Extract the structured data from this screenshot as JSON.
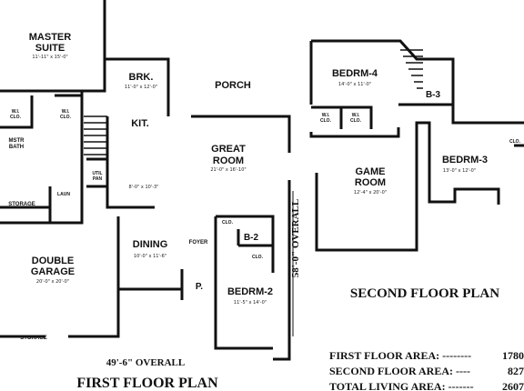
{
  "first_floor": {
    "title": "FIRST FLOOR PLAN",
    "overall_width": "49'-6\" OVERALL",
    "overall_depth": "58'-0\" OVERALL",
    "rooms": {
      "master_suite": {
        "name1": "MASTER",
        "name2": "SUITE",
        "dim": "11'-11\" x 15'-0\""
      },
      "brk": {
        "name": "BRK.",
        "dim": "11'-0\" x 12'-0\""
      },
      "porch": {
        "name": "PORCH"
      },
      "kit": {
        "name": "KIT."
      },
      "great_room": {
        "name1": "GREAT",
        "name2": "ROOM",
        "dim": "21'-0\" x 16'-10\""
      },
      "mstr_bath": {
        "name1": "MSTR",
        "name2": "BATH"
      },
      "wic_1": {
        "name1": "W.I.",
        "name2": "CLO."
      },
      "wic_2": {
        "name1": "W.I.",
        "name2": "CLO."
      },
      "storage_1": {
        "name": "STORAGE"
      },
      "util": {
        "name1": "UTIL",
        "name2": "PAN"
      },
      "laundry": {
        "name": "LAUN"
      },
      "dining": {
        "name": "DINING",
        "dim": "10'-0\" x 11'-6\""
      },
      "foyer": {
        "name": "FOYER"
      },
      "b2": {
        "name": "B-2"
      },
      "bedrm2": {
        "name": "BEDRM-2",
        "dim": "11'-5\" x 14'-0\""
      },
      "p": {
        "name": "P."
      },
      "double_garage": {
        "name1": "DOUBLE",
        "name2": "GARAGE",
        "dim": "20'-0\" x 20'-0\""
      },
      "storage_2": {
        "name": "STORAGE"
      },
      "nook_dim": {
        "dim": "8'-0\" x 10'-3\""
      },
      "clo_b2": {
        "name": "CLO."
      },
      "clo_foyer": {
        "name": "CLO."
      }
    }
  },
  "second_floor": {
    "title": "SECOND FLOOR PLAN",
    "rooms": {
      "bedrm4": {
        "name": "BEDRM-4",
        "dim": "14'-0\" x 11'-0\""
      },
      "b3": {
        "name": "B-3"
      },
      "wic_3": {
        "name1": "W.I.",
        "name2": "CLO."
      },
      "wic_4": {
        "name1": "W.I.",
        "name2": "CLO."
      },
      "game_room": {
        "name1": "GAME",
        "name2": "ROOM",
        "dim": "12'-4\" x 20'-0\""
      },
      "bedrm3": {
        "name": "BEDRM-3",
        "dim": "13'-0\" x 12'-0\""
      },
      "clo_3": {
        "name": "CLO."
      }
    }
  },
  "areas": [
    {
      "label": "FIRST FLOOR AREA: --------",
      "value": "1780"
    },
    {
      "label": "SECOND FLOOR AREA: ----",
      "value": "827"
    },
    {
      "label": "TOTAL LIVING AREA: -------",
      "value": "2607"
    }
  ]
}
